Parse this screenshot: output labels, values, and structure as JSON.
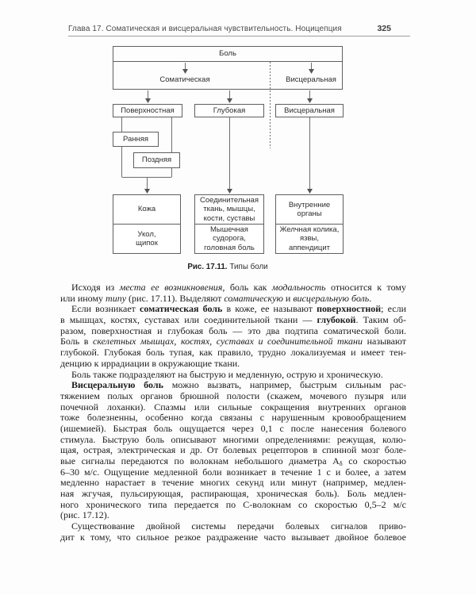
{
  "header": {
    "chapter": "Глава 17. Соматическая и висцеральная чувствительность. Ноцицепция",
    "page_number": "325"
  },
  "diagram": {
    "root_label": "Боль",
    "branch_somatic": "Соматическая",
    "branch_visceral": "Висцеральная",
    "box_superficial": "Поверхностная",
    "box_deep": "Глубокая",
    "box_visceral": "Висцеральная",
    "box_early": "Ранняя",
    "box_late": "Поздняя",
    "skin_source": "Кожа",
    "skin_examples": "Укол,\nщипок",
    "deep_source": "Соединительная\nткань, мышцы,\nкости, суставы",
    "deep_examples": "Мышечная\nсудорога,\nголовная боль",
    "visceral_source": "Внутренние\nорганы",
    "visceral_examples": "Желчная колика,\nязвы,\nаппендицит",
    "caption_label": "Рис. 17.11.",
    "caption_text": "Типы боли"
  },
  "body": {
    "paragraphs": [
      {
        "lines": [
          {
            "ind": true,
            "runs": [
              {
                "s": "n",
                "t": "Исходя из "
              },
              {
                "s": "i",
                "t": "места ее возникновения"
              },
              {
                "s": "n",
                "t": ", боль как "
              },
              {
                "s": "i",
                "t": "модальность"
              },
              {
                "s": "n",
                "t": " относится к тому"
              }
            ]
          },
          {
            "last": true,
            "runs": [
              {
                "s": "n",
                "t": "или иному "
              },
              {
                "s": "i",
                "t": "типу"
              },
              {
                "s": "n",
                "t": " (рис. 17.11). Выделяют "
              },
              {
                "s": "i",
                "t": "соматическую"
              },
              {
                "s": "n",
                "t": " и "
              },
              {
                "s": "i",
                "t": "висцеральную боль"
              },
              {
                "s": "n",
                "t": "."
              }
            ]
          }
        ]
      },
      {
        "lines": [
          {
            "ind": true,
            "runs": [
              {
                "s": "n",
                "t": "Если возникает "
              },
              {
                "s": "b",
                "t": "соматическая боль"
              },
              {
                "s": "n",
                "t": " в коже, ее называют "
              },
              {
                "s": "b",
                "t": "поверхностной"
              },
              {
                "s": "n",
                "t": "; если"
              }
            ]
          },
          {
            "runs": [
              {
                "s": "n",
                "t": "в мышцах, костях, суставах или соединительной ткани — "
              },
              {
                "s": "b",
                "t": "глубокой"
              },
              {
                "s": "n",
                "t": ". Таким об-"
              }
            ]
          },
          {
            "runs": [
              {
                "s": "n",
                "t": "разом, поверхностная и глубокая боль — это два подтипа соматической боли."
              }
            ]
          },
          {
            "runs": [
              {
                "s": "n",
                "t": "Боль в "
              },
              {
                "s": "i",
                "t": "скелетных мышцах, костях, суставах и соединительной ткани"
              },
              {
                "s": "n",
                "t": " называют"
              }
            ]
          },
          {
            "runs": [
              {
                "s": "n",
                "t": "глубокой. Глубокая боль тупая, как правило, трудно локализуемая и имеет тен-"
              }
            ]
          },
          {
            "last": true,
            "runs": [
              {
                "s": "n",
                "t": "денцию к иррадиации в окружающие ткани."
              }
            ]
          }
        ]
      },
      {
        "lines": [
          {
            "ind": true,
            "last": true,
            "runs": [
              {
                "s": "n",
                "t": "Боль также подразделяют на быструю и медленную, острую и хроническую."
              }
            ]
          }
        ]
      },
      {
        "lines": [
          {
            "ind": true,
            "runs": [
              {
                "s": "b",
                "t": "Висцеральную боль"
              },
              {
                "s": "n",
                "t": " можно вызвать, например, быстрым сильным рас-"
              }
            ]
          },
          {
            "runs": [
              {
                "s": "n",
                "t": "тяжением полых органов брюшной полости (скажем, мочевого пузыря или"
              }
            ]
          },
          {
            "runs": [
              {
                "s": "n",
                "t": "почечной лоханки). Спазмы или сильные сокращения внутренних органов"
              }
            ]
          },
          {
            "runs": [
              {
                "s": "n",
                "t": "тоже болезненны, особенно когда связаны с нарушенным кровообращением"
              }
            ]
          },
          {
            "runs": [
              {
                "s": "n",
                "t": "(ишемией). Быстрая боль ощущается через 0,1 с после нанесения болевого"
              }
            ]
          },
          {
            "runs": [
              {
                "s": "n",
                "t": "стимула. Быструю боль описывают многими определениями: режущая, колю-"
              }
            ]
          },
          {
            "runs": [
              {
                "s": "n",
                "t": "щая, острая, электрическая и др. От болевых рецепторов в спинной мозг боле-"
              }
            ]
          },
          {
            "runs": [
              {
                "s": "n",
                "t": "вые сигналы передаются по волокнам небольшого диаметра A"
              },
              {
                "s": "sub",
                "t": "δ"
              },
              {
                "s": "n",
                "t": " со скоростью"
              }
            ]
          },
          {
            "runs": [
              {
                "s": "n",
                "t": "6–30 м/с. Ощущение медленной боли возникает в течение 1 с и более, а затем"
              }
            ]
          },
          {
            "runs": [
              {
                "s": "n",
                "t": "медленно нарастает в течение многих секунд или минут (например, медлен-"
              }
            ]
          },
          {
            "runs": [
              {
                "s": "n",
                "t": "ная жгучая, пульсирующая, распирающая, хроническая боль). Боль медлен-"
              }
            ]
          },
          {
            "runs": [
              {
                "s": "n",
                "t": "ного хронического типа передается по С-волокнам со скоростью 0,5–2 м/с"
              }
            ]
          },
          {
            "last": true,
            "runs": [
              {
                "s": "n",
                "t": "(рис. 17.12)."
              }
            ]
          }
        ]
      },
      {
        "lines": [
          {
            "ind": true,
            "runs": [
              {
                "s": "n",
                "t": "Существование двойной системы передачи болевых сигналов приво-"
              }
            ]
          },
          {
            "runs": [
              {
                "s": "n",
                "t": "дит к тому, что сильное резкое раздражение часто вызывает двойное болевое"
              }
            ]
          }
        ]
      }
    ]
  }
}
